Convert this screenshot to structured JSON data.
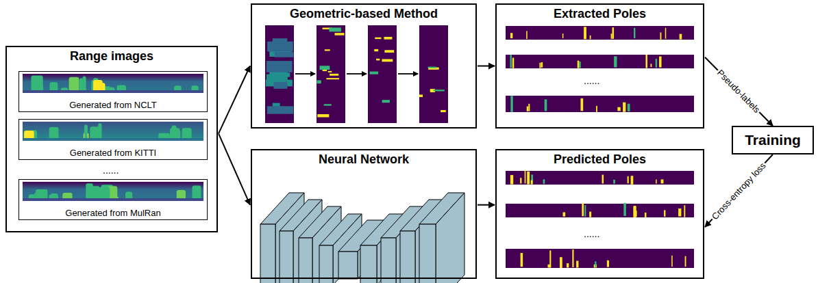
{
  "diagram": {
    "nodes": [
      {
        "text": [
          "Range images"
        ]
      },
      {
        "text": [
          "Generated from NCLT"
        ],
        "in": 0
      },
      {
        "text": [
          "Generated from KITTI"
        ],
        "in": 0
      },
      {
        "text": [
          "Generated from MulRan"
        ],
        "in": 0
      },
      {
        "text": [
          "Geometric-based Method"
        ]
      },
      {
        "text": [
          "Neural Network"
        ]
      },
      {
        "text": [
          "Extracted Poles"
        ]
      },
      {
        "text": [
          "Predicted Poles"
        ]
      },
      {
        "text": [
          "Training"
        ]
      }
    ],
    "edges": [
      {
        "from": 0,
        "to": 4,
        "arrow": "to"
      },
      {
        "from": 0,
        "to": 5,
        "arrow": "to"
      },
      {
        "from": 4,
        "to": 6,
        "arrow": "to"
      },
      {
        "from": 5,
        "to": 7,
        "arrow": "to"
      },
      {
        "from": 6,
        "to": 8,
        "label": "Pseudo-labels",
        "arrow": "to"
      },
      {
        "from": 8,
        "to": 7,
        "label": "Cross-entropy loss",
        "arrow": "to"
      }
    ],
    "labels": [
      "......",
      "......",
      "......"
    ]
  }
}
